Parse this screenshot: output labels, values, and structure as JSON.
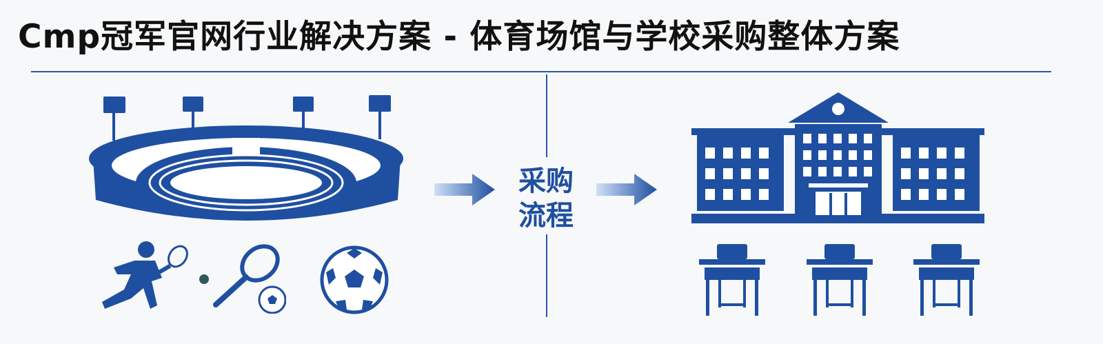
{
  "title": "Cmp冠军官网行业解决方案 - 体育场馆与学校采购整体方案",
  "process": {
    "line1": "采购",
    "line2": "流程"
  },
  "colors": {
    "accent": "#1f4fa0",
    "title": "#111111",
    "background": "#f7f8fa"
  },
  "icons": [
    "stadium-icon",
    "tennis-player-icon",
    "tennis-racket-icon",
    "soccer-ball-icon",
    "arrow-right-icon",
    "school-building-icon",
    "school-desk-icon"
  ]
}
